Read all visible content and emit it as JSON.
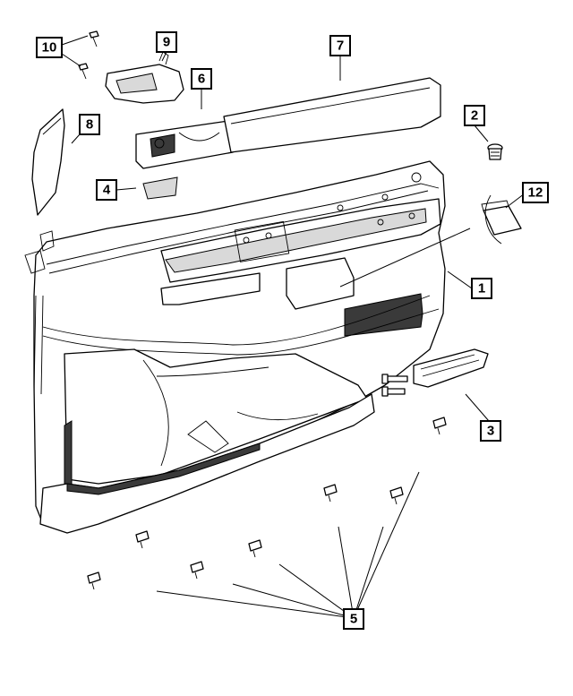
{
  "callouts": {
    "c1": "1",
    "c2": "2",
    "c3": "3",
    "c4": "4",
    "c5": "5",
    "c6": "6",
    "c7": "7",
    "c8": "8",
    "c9": "9",
    "c10": "10",
    "c12": "12"
  }
}
